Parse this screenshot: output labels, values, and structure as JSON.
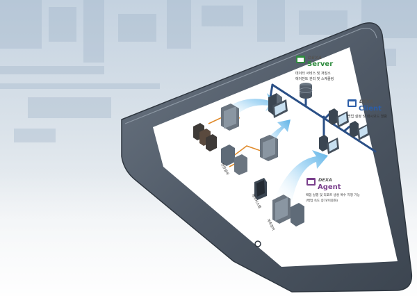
{
  "server": {
    "brand": "DEXA",
    "product": "Server",
    "desc_line1": "데이터 서비스 및 저장소",
    "desc_line2": "에이전트 관리 및 스케줄링",
    "icon": "server-window-icon",
    "color": "#2e8b3e"
  },
  "client": {
    "brand": "DEXA",
    "product": "Client",
    "desc_line1": "백업 설정 및 대시보드 열람",
    "icon": "client-window-icon",
    "color": "#2c5ea8"
  },
  "agent": {
    "brand": "DEXA",
    "product": "Agent",
    "desc_line1": "백업 실행 및 리포트 생성 복수 지정 가능",
    "desc_line2": "(백업 속도 증가/이중화)",
    "icon": "agent-window-icon",
    "color": "#7a3f8c"
  },
  "field_labels": [
    "현장설비",
    "제어시스템",
    "계측장비"
  ],
  "colors": {
    "network": "#2a4f86",
    "link": "#e08a2a",
    "arrow": "#9fd0f0"
  }
}
